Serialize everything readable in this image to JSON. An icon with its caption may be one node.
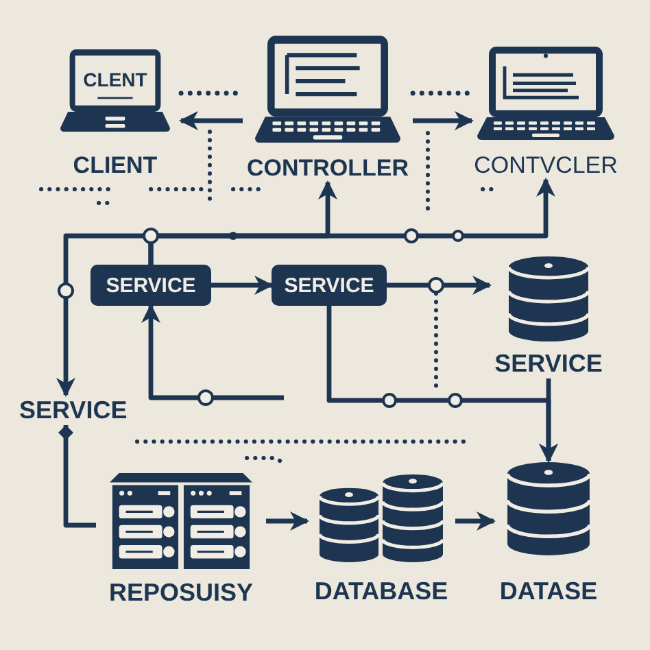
{
  "diagram": {
    "nodes": [
      {
        "text": [
          "CLENT",
          "CLIENT"
        ]
      },
      {
        "text": [
          "CONTROLLER"
        ]
      },
      {
        "text": [
          "CONTVCLER"
        ]
      },
      {
        "text": [
          "SERVICE"
        ]
      },
      {
        "text": [
          "SERVICE"
        ]
      },
      {
        "text": [
          "SERVICE"
        ]
      },
      {
        "text": [
          "SERVICE"
        ]
      },
      {
        "text": [
          "REPOSUISY"
        ]
      },
      {
        "text": [
          "DATABASE"
        ]
      },
      {
        "text": [
          "DATASE"
        ]
      }
    ],
    "edges": [
      {
        "from": 1,
        "to": 0,
        "arrow": "to"
      },
      {
        "from": 0,
        "to": 1,
        "arrow": "none",
        "style": "dashed"
      },
      {
        "from": 1,
        "to": 2,
        "arrow": "to"
      },
      {
        "from": 1,
        "to": 2,
        "arrow": "none",
        "style": "dashed"
      },
      {
        "from": 3,
        "to": 1,
        "arrow": "to"
      },
      {
        "from": 3,
        "to": 2,
        "arrow": "to"
      },
      {
        "from": 3,
        "to": 6,
        "arrow": "to"
      },
      {
        "from": 3,
        "to": 4,
        "arrow": "to"
      },
      {
        "from": 4,
        "to": 5,
        "arrow": "to"
      },
      {
        "from": null,
        "to": 3,
        "arrow": "to"
      },
      {
        "from": 4,
        "to": 9,
        "arrow": "to"
      },
      {
        "from": 5,
        "to": 9,
        "arrow": "to"
      },
      {
        "from": 6,
        "to": 7,
        "arrow": "other"
      },
      {
        "from": 7,
        "to": 8,
        "arrow": "to"
      },
      {
        "from": 8,
        "to": 9,
        "arrow": "to"
      }
    ]
  }
}
